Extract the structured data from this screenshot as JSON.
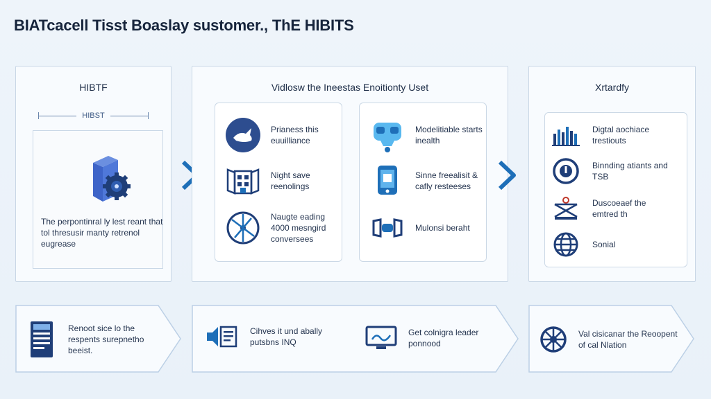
{
  "title": "BIATcacell Tisst Boaslay sustomer., ThE HIBITS",
  "panels": {
    "left": {
      "title": "HIBTF",
      "subhead": "HIBST",
      "desc": "The perpontinral ly lest reant that tol thresusir manty retrenol eugrease"
    },
    "middle": {
      "title": "Vidlosw the Ineestas Enoitionty Uset",
      "col1": [
        {
          "label": "Prianess this euuilliance",
          "icon": "whale-icon"
        },
        {
          "label": "Night save reenolings",
          "icon": "building-icon"
        },
        {
          "label": "Naugte eading 4000 mesngird conversees",
          "icon": "compass-icon"
        }
      ],
      "col2": [
        {
          "label": "Modelitiable starts inealth",
          "icon": "robot-icon"
        },
        {
          "label": "Sinne freealisit & cafly resteeses",
          "icon": "phone-icon"
        },
        {
          "label": "Mulonsi beraht",
          "icon": "vr-headset-icon"
        }
      ]
    },
    "right": {
      "title": "Xrtardfy",
      "items": [
        {
          "label": "Digtal aochiace trestiouts",
          "icon": "bar-chart-icon"
        },
        {
          "label": "Binnding atiants and TSB",
          "icon": "compass-circle-icon"
        },
        {
          "label": "Duscoeaef the emtred th",
          "icon": "scale-icon"
        },
        {
          "label": "Sonial",
          "icon": "globe-icon"
        }
      ]
    }
  },
  "flow": {
    "step1": {
      "label": "Renoot sice lo the respents surepnetho beeist.",
      "icon": "document-icon"
    },
    "step2a": {
      "label": "Cihves it und abally putsbns INQ",
      "icon": "speaker-doc-icon"
    },
    "step2b": {
      "label": "Get colnigra leader ponnood",
      "icon": "monitor-icon"
    },
    "step3": {
      "label": "Val cisicanar the Reoopent of cal Nlation",
      "icon": "wheel-icon"
    }
  },
  "colors": {
    "accent": "#1e6fb8",
    "navy": "#1f3e78",
    "border": "#c9d7e6",
    "background": "#eef4fa"
  }
}
